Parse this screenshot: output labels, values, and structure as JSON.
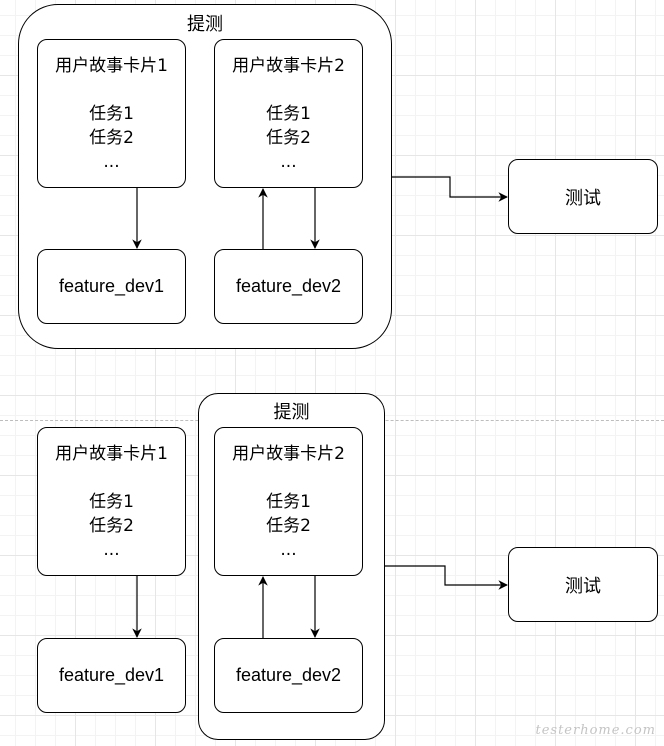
{
  "top": {
    "group_label": "提测",
    "card1": {
      "title": "用户故事卡片1",
      "line1": "任务1",
      "line2": "任务2",
      "line3": "..."
    },
    "card2": {
      "title": "用户故事卡片2",
      "line1": "任务1",
      "line2": "任务2",
      "line3": "..."
    },
    "dev1": "feature_dev1",
    "dev2": "feature_dev2",
    "test": "测试"
  },
  "bottom": {
    "group_label": "提测",
    "card1": {
      "title": "用户故事卡片1",
      "line1": "任务1",
      "line2": "任务2",
      "line3": "..."
    },
    "card2": {
      "title": "用户故事卡片2",
      "line1": "任务1",
      "line2": "任务2",
      "line3": "..."
    },
    "dev1": "feature_dev1",
    "dev2": "feature_dev2",
    "test": "测试"
  },
  "watermark": "testerhome.com"
}
